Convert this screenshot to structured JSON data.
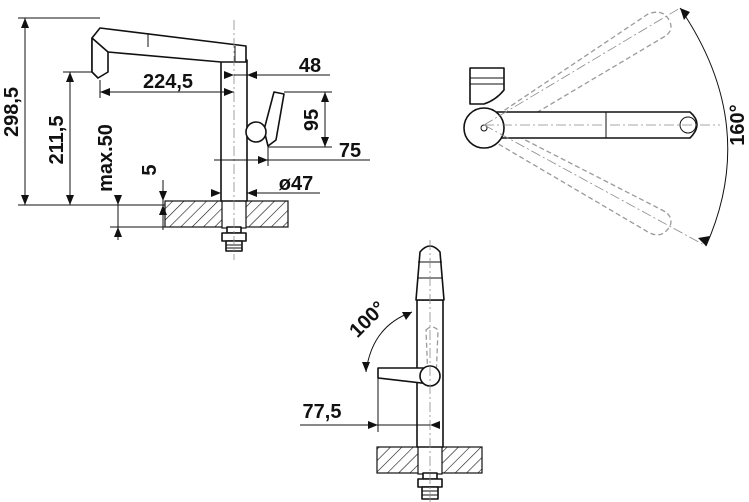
{
  "dimensions": {
    "overall_height": "298,5",
    "spout_height": "211,5",
    "max_counter_thickness": "max.50",
    "hole_offset": "5",
    "spout_reach": "224,5",
    "lever_offset": "48",
    "lever_height": "95",
    "lever_depth": "75",
    "body_diameter": "ø47",
    "lever_clearance": "77,5"
  },
  "angles": {
    "spout_swivel": "160°",
    "lever_rotation": "100°"
  }
}
